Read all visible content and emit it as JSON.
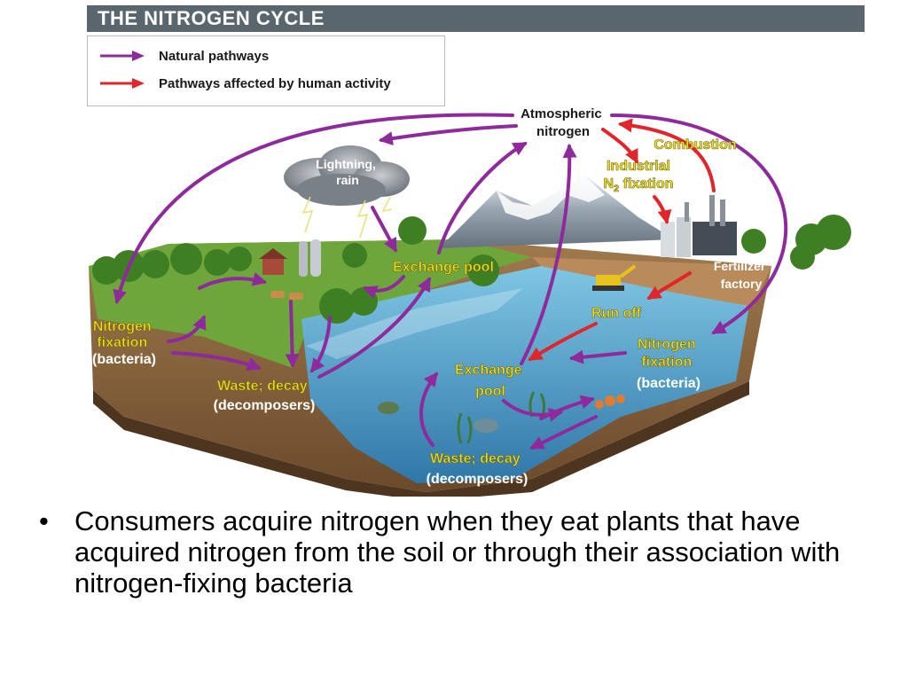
{
  "title": "THE NITROGEN CYCLE",
  "legend": {
    "natural": "Natural pathways",
    "human": "Pathways affected by human activity"
  },
  "colors": {
    "natural_arrow": "#8e2a9b",
    "human_arrow": "#e0262b",
    "label_yellow": "#f2e21a",
    "title_bar": "#5a666e"
  },
  "labels": {
    "atmospheric_1": "Atmospheric",
    "atmospheric_2": "nitrogen",
    "lightning_1": "Lightning,",
    "lightning_2": "rain",
    "combustion": "Combustion",
    "industrial_1": "Industrial",
    "industrial_2a": "N",
    "industrial_2sub": "2",
    "industrial_2b": " fixation",
    "exchange_land": "Exchange pool",
    "fertilizer_1": "Fertilizer",
    "fertilizer_2": "factory",
    "runoff": "Run off",
    "nfix_land_1": "Nitrogen",
    "nfix_land_2": "fixation",
    "nfix_land_3": "(bacteria)",
    "nfix_water_1": "Nitrogen",
    "nfix_water_2": "fixation",
    "nfix_water_3": "(bacteria)",
    "waste_land_1": "Waste; decay",
    "waste_land_2": "(decomposers)",
    "exchange_water_1": "Exchange",
    "exchange_water_2": "pool",
    "waste_water_1": "Waste; decay",
    "waste_water_2": "(decomposers)"
  },
  "bullet": {
    "symbol": "•",
    "text": "Consumers acquire nitrogen when they eat plants that have acquired nitrogen from the soil or through their association with nitrogen-fixing bacteria"
  }
}
